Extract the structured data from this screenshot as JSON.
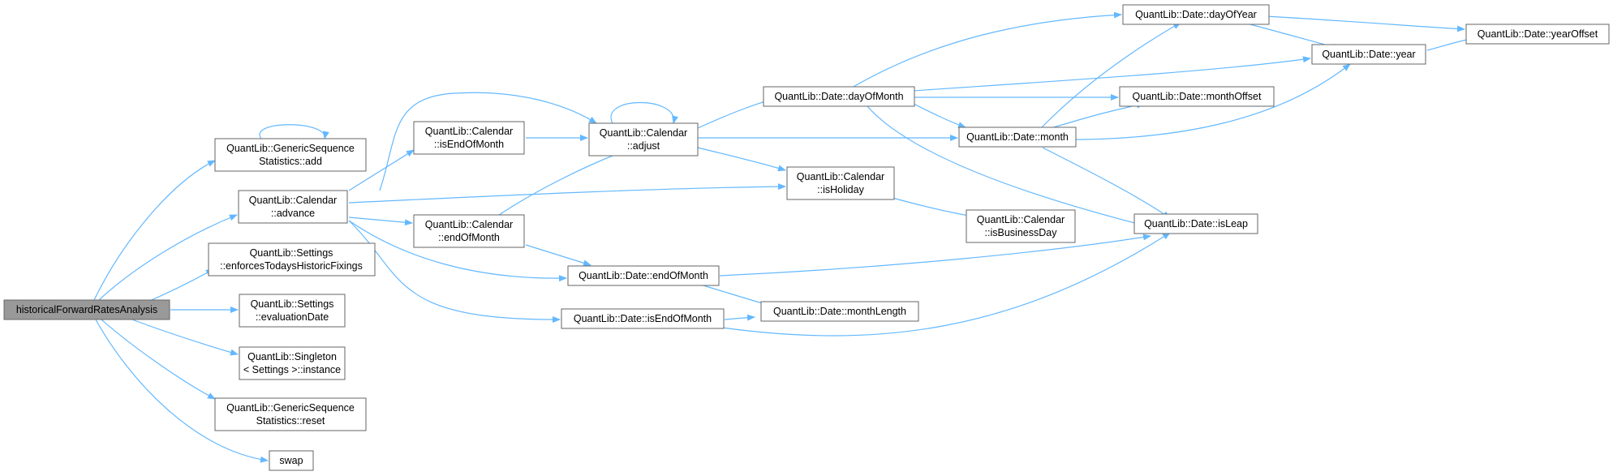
{
  "graph": {
    "edge_color": "#63b8ff",
    "node_border_color": "#666666",
    "root_fill_color": "#999999",
    "nodes": {
      "root": [
        "historicalForwardRatesAnalysis"
      ],
      "gss_add": [
        "QuantLib::GenericSequence",
        "Statistics::add"
      ],
      "cal_advance": [
        "QuantLib::Calendar",
        "::advance"
      ],
      "enforces": [
        "QuantLib::Settings",
        "::enforcesTodaysHistoricFixings"
      ],
      "evaldate": [
        "QuantLib::Settings",
        "::evaluationDate"
      ],
      "singleton": [
        "QuantLib::Singleton",
        "< Settings >::instance"
      ],
      "gss_reset": [
        "QuantLib::GenericSequence",
        "Statistics::reset"
      ],
      "swap": [
        "swap"
      ],
      "cal_isendofmonth": [
        "QuantLib::Calendar",
        "::isEndOfMonth"
      ],
      "cal_endofmonth": [
        "QuantLib::Calendar",
        "::endOfMonth"
      ],
      "cal_adjust": [
        "QuantLib::Calendar",
        "::adjust"
      ],
      "date_endofmonth": [
        "QuantLib::Date::endOfMonth"
      ],
      "date_isendofmonth": [
        "QuantLib::Date::isEndOfMonth"
      ],
      "date_dayofmonth": [
        "QuantLib::Date::dayOfMonth"
      ],
      "cal_isholiday": [
        "QuantLib::Calendar",
        "::isHoliday"
      ],
      "date_monthlength": [
        "QuantLib::Date::monthLength"
      ],
      "date_month": [
        "QuantLib::Date::month"
      ],
      "cal_isbusinessday": [
        "QuantLib::Calendar",
        "::isBusinessDay"
      ],
      "date_dayofyear": [
        "QuantLib::Date::dayOfYear"
      ],
      "date_monthoffset": [
        "QuantLib::Date::monthOffset"
      ],
      "date_isleap": [
        "QuantLib::Date::isLeap"
      ],
      "date_year": [
        "QuantLib::Date::year"
      ],
      "date_yearoffset": [
        "QuantLib::Date::yearOffset"
      ]
    }
  }
}
